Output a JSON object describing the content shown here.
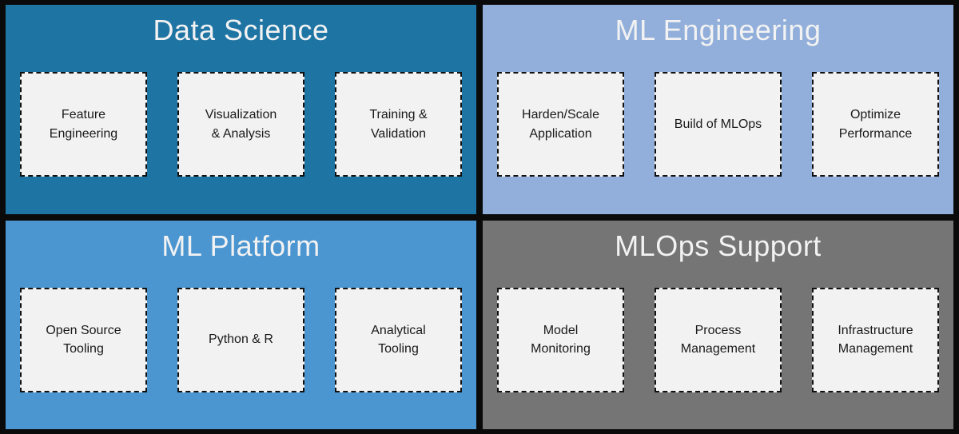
{
  "colors": {
    "frame": "#0a0a0a",
    "box_fill": "#f2f2f2",
    "box_border": "#111111",
    "title_text": "#f2f2f3",
    "box_text": "#1a1a1a"
  },
  "quadrants": [
    {
      "title": "Data Science",
      "bg": "#1e74a3",
      "items": [
        {
          "label": "Feature\nEngineering"
        },
        {
          "label": "Visualization\n& Analysis"
        },
        {
          "label": "Training &\nValidation"
        }
      ]
    },
    {
      "title": "ML Engineering",
      "bg": "#91afda",
      "items": [
        {
          "label": "Harden/Scale\nApplication"
        },
        {
          "label": "Build of MLOps"
        },
        {
          "label": "Optimize\nPerformance"
        }
      ]
    },
    {
      "title": "ML Platform",
      "bg": "#4b96d0",
      "items": [
        {
          "label": "Open Source\nTooling"
        },
        {
          "label": "Python & R"
        },
        {
          "label": "Analytical\nTooling"
        }
      ]
    },
    {
      "title": "MLOps Support",
      "bg": "#757575",
      "items": [
        {
          "label": "Model\nMonitoring"
        },
        {
          "label": "Process\nManagement"
        },
        {
          "label": "Infrastructure\nManagement"
        }
      ]
    }
  ]
}
